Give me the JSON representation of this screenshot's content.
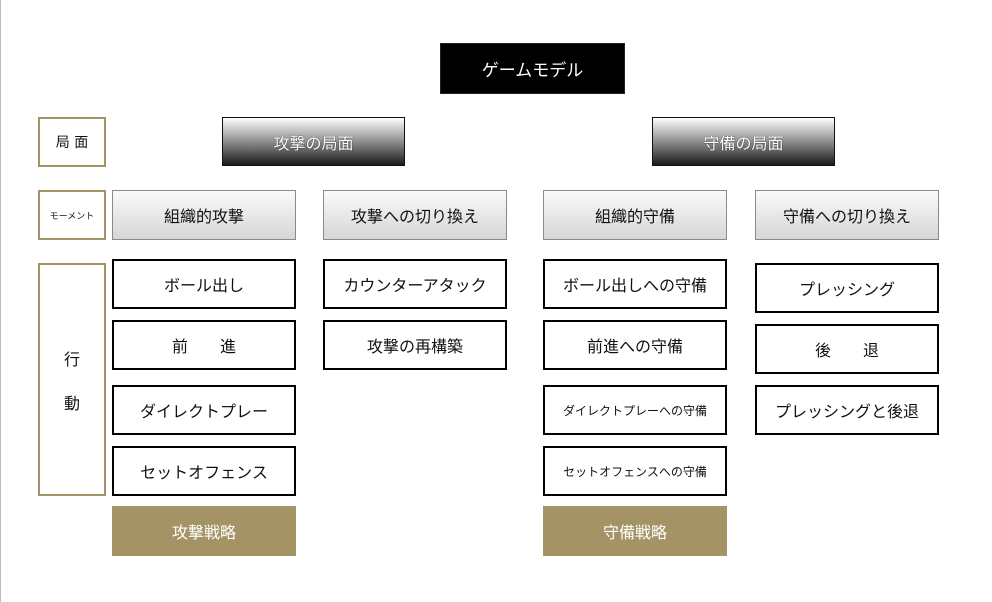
{
  "title": "ゲームモデル",
  "row_labels": {
    "phase": "局 面",
    "moment": "モーメント",
    "action_line1": "行",
    "action_line2": "動"
  },
  "phases": {
    "attack": "攻撃の局面",
    "defense": "守備の局面"
  },
  "moments": {
    "organized_attack": "組織的攻撃",
    "attack_transition": "攻撃への切り換え",
    "organized_defense": "組織的守備",
    "defense_transition": "守備への切り換え"
  },
  "actions": {
    "organized_attack": [
      "ボール出し",
      "前　　進",
      "ダイレクトプレー",
      "セットオフェンス"
    ],
    "attack_transition": [
      "カウンターアタック",
      "攻撃の再構築"
    ],
    "organized_defense": [
      "ボール出しへの守備",
      "前進への守備",
      "ダイレクトプレーへの守備",
      "セットオフェンスへの守備"
    ],
    "defense_transition": [
      "プレッシング",
      "後　　退",
      "プレッシングと後退"
    ]
  },
  "strategies": {
    "attack": "攻撃戦略",
    "defense": "守備戦略"
  },
  "colors": {
    "label_border": "#a39365",
    "strategy_fill": "#a39365",
    "title_fill": "#000000"
  }
}
